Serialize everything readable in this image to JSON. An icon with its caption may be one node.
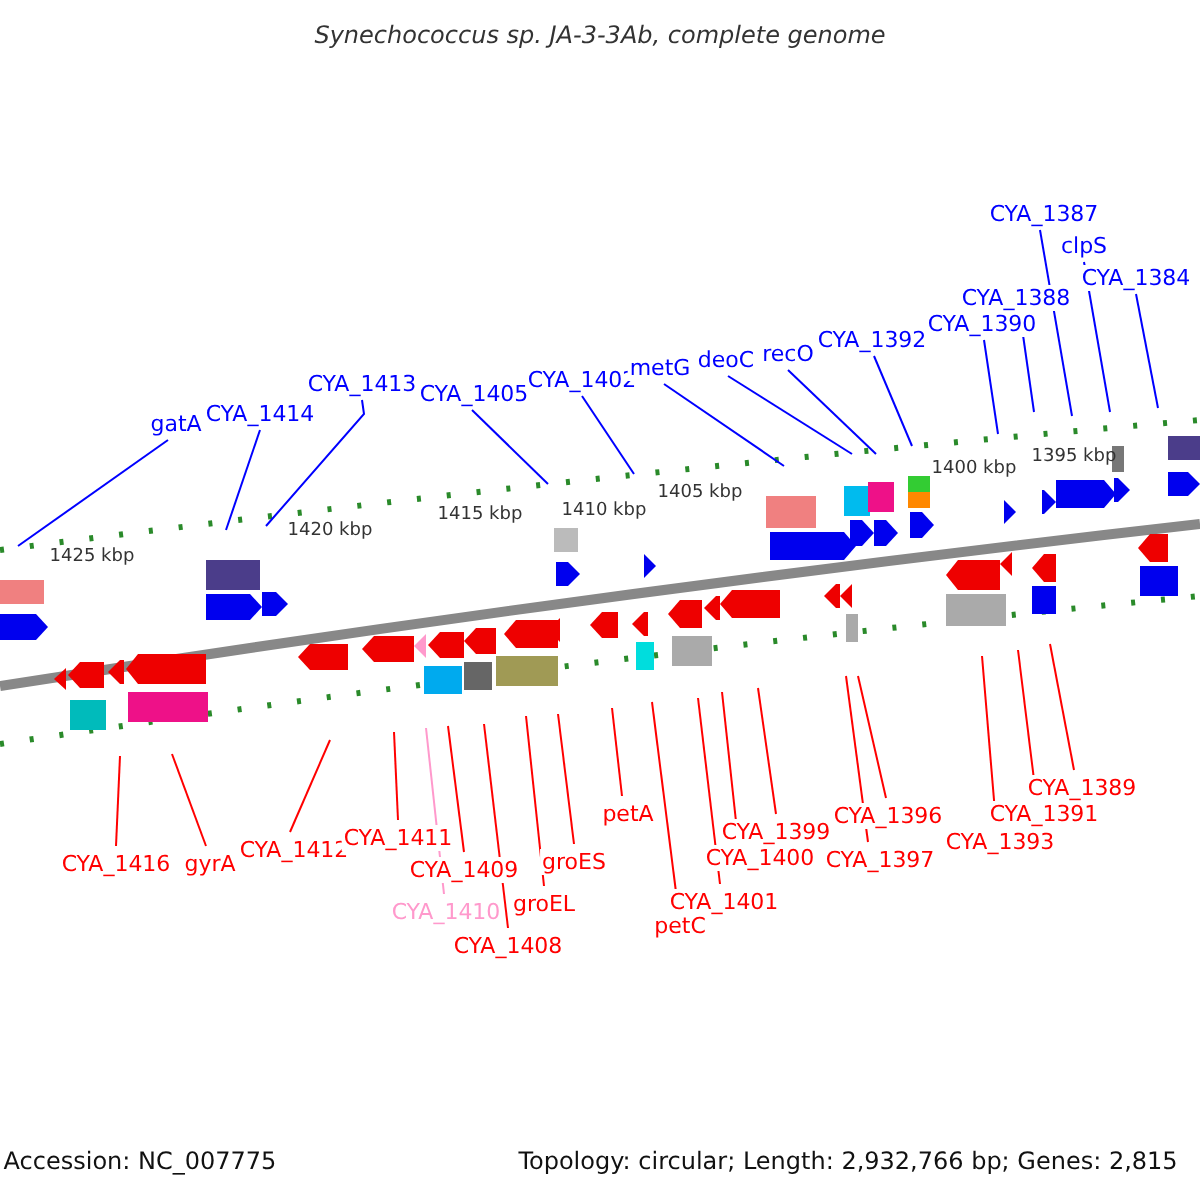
{
  "diagram": {
    "title": "Synechococcus sp. JA-3-3Ab, complete genome",
    "nodes": [
      {
        "text": [
          "gatA"
        ]
      },
      {
        "text": [
          "CYA_1414"
        ]
      },
      {
        "text": [
          "CYA_1413"
        ]
      },
      {
        "text": [
          "CYA_1405"
        ]
      },
      {
        "text": [
          "CYA_1402"
        ]
      },
      {
        "text": [
          "metG"
        ]
      },
      {
        "text": [
          "deoC"
        ]
      },
      {
        "text": [
          "recO"
        ]
      },
      {
        "text": [
          "CYA_1392"
        ]
      },
      {
        "text": [
          "CYA_1390"
        ]
      },
      {
        "text": [
          "CYA_1388"
        ]
      },
      {
        "text": [
          "CYA_1387"
        ]
      },
      {
        "text": [
          "clpS"
        ]
      },
      {
        "text": [
          "CYA_1384"
        ]
      },
      {
        "text": [
          "CYA_1416"
        ]
      },
      {
        "text": [
          "gyrA"
        ]
      },
      {
        "text": [
          "CYA_1412"
        ]
      },
      {
        "text": [
          "CYA_1411"
        ]
      },
      {
        "text": [
          "CYA_1409"
        ]
      },
      {
        "text": [
          "CYA_1410"
        ]
      },
      {
        "text": [
          "CYA_1408"
        ]
      },
      {
        "text": [
          "groEL"
        ]
      },
      {
        "text": [
          "groES"
        ]
      },
      {
        "text": [
          "petA"
        ]
      },
      {
        "text": [
          "petC"
        ]
      },
      {
        "text": [
          "CYA_1401"
        ]
      },
      {
        "text": [
          "CYA_1400"
        ]
      },
      {
        "text": [
          "CYA_1399"
        ]
      },
      {
        "text": [
          "CYA_1396"
        ]
      },
      {
        "text": [
          "CYA_1397"
        ]
      },
      {
        "text": [
          "CYA_1393"
        ]
      },
      {
        "text": [
          "CYA_1391"
        ]
      },
      {
        "text": [
          "CYA_1389"
        ]
      }
    ],
    "edges": [
      {
        "from": 0,
        "to": null,
        "arrow": "none",
        "color": "#0000ff"
      },
      {
        "from": 1,
        "to": null,
        "arrow": "none",
        "color": "#0000ff"
      },
      {
        "from": 2,
        "to": null,
        "arrow": "none",
        "color": "#0000ff"
      },
      {
        "from": 3,
        "to": null,
        "arrow": "none",
        "color": "#0000ff"
      },
      {
        "from": 4,
        "to": null,
        "arrow": "none",
        "color": "#0000ff"
      },
      {
        "from": 5,
        "to": null,
        "arrow": "none",
        "color": "#0000ff"
      },
      {
        "from": 6,
        "to": null,
        "arrow": "none",
        "color": "#0000ff"
      },
      {
        "from": 7,
        "to": null,
        "arrow": "none",
        "color": "#0000ff"
      },
      {
        "from": 8,
        "to": null,
        "arrow": "none",
        "color": "#0000ff"
      },
      {
        "from": 9,
        "to": null,
        "arrow": "none",
        "color": "#0000ff"
      },
      {
        "from": 10,
        "to": null,
        "arrow": "none",
        "color": "#0000ff"
      },
      {
        "from": 11,
        "to": null,
        "arrow": "none",
        "color": "#0000ff"
      },
      {
        "from": 12,
        "to": null,
        "arrow": "none",
        "color": "#0000ff"
      },
      {
        "from": 13,
        "to": null,
        "arrow": "none",
        "color": "#0000ff"
      },
      {
        "from": 14,
        "to": null,
        "arrow": "none"
      },
      {
        "from": 15,
        "to": null,
        "arrow": "none"
      },
      {
        "from": 16,
        "to": null,
        "arrow": "none"
      },
      {
        "from": 17,
        "to": null,
        "arrow": "none"
      },
      {
        "from": 18,
        "to": null,
        "arrow": "none"
      },
      {
        "from": 19,
        "to": null,
        "arrow": "none",
        "color": "#ff99cc"
      },
      {
        "from": 20,
        "to": null,
        "arrow": "none"
      },
      {
        "from": 21,
        "to": null,
        "arrow": "none"
      },
      {
        "from": 22,
        "to": null,
        "arrow": "none"
      },
      {
        "from": 23,
        "to": null,
        "arrow": "none"
      },
      {
        "from": 24,
        "to": null,
        "arrow": "none"
      },
      {
        "from": 25,
        "to": null,
        "arrow": "none"
      },
      {
        "from": 26,
        "to": null,
        "arrow": "none"
      },
      {
        "from": 27,
        "to": null,
        "arrow": "none"
      },
      {
        "from": 28,
        "to": null,
        "arrow": "none"
      },
      {
        "from": 29,
        "to": null,
        "arrow": "none"
      },
      {
        "from": 30,
        "to": null,
        "arrow": "none"
      },
      {
        "from": 31,
        "to": null,
        "arrow": "none"
      },
      {
        "from": 32,
        "to": null,
        "arrow": "none"
      }
    ],
    "labels": [
      "1425 kbp",
      "1420 kbp",
      "1415 kbp",
      "1410 kbp",
      "1405 kbp",
      "1400 kbp",
      "1395 kbp",
      "Accession: NC_007775",
      "Topology: circular; Length: 2,932,766 bp; Genes: 2,815"
    ]
  }
}
